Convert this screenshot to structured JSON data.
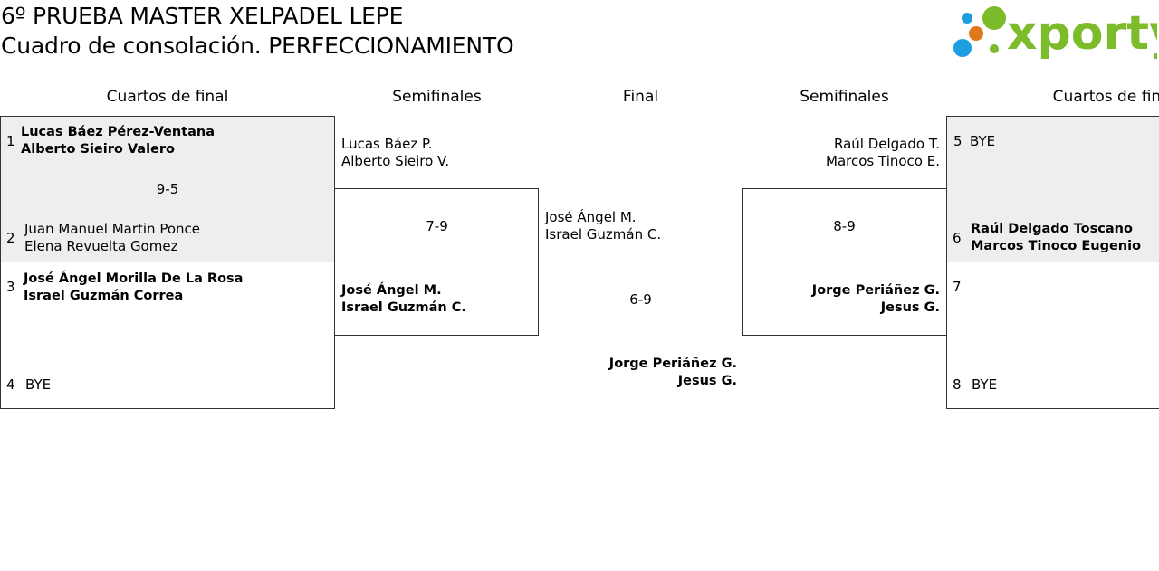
{
  "header": {
    "title_line1": "6º PRUEBA MASTER XELPADEL LEPE",
    "title_line2": "Cuadro de consolación. PERFECCIONAMIENTO"
  },
  "logo": {
    "text": "xporty",
    "dot_colors": [
      "#1c9ee0",
      "#e0771c",
      "#7cbb2a",
      "#1c9ee0"
    ],
    "text_color": "#7cbb2a"
  },
  "columns": {
    "left_quarters": "Cuartos de final",
    "left_semis": "Semifinales",
    "final": "Final",
    "right_semis": "Semifinales",
    "right_quarters": "Cuartos de final"
  },
  "left_quarters": {
    "match1": {
      "seed_a": "1",
      "player_a1": "Lucas Báez Pérez-Ventana",
      "player_a2": "Alberto Sieiro Valero",
      "score": "9-5",
      "seed_b": "2",
      "player_b1": "Juan Manuel Martin Ponce",
      "player_b2": "Elena Revuelta Gomez"
    },
    "match2": {
      "seed_a": "3",
      "player_a1": "José Ángel Morilla De La Rosa",
      "player_a2": "Israel Guzmán Correa",
      "seed_b": "4",
      "player_b1": "BYE"
    }
  },
  "left_semis": {
    "top_p1": "Lucas Báez P.",
    "top_p2": "Alberto Sieiro V.",
    "score": "7-9",
    "bottom_p1": "José Ángel M.",
    "bottom_p2": "Israel Guzmán C."
  },
  "final": {
    "top_p1": "José Ángel M.",
    "top_p2": "Israel Guzmán C.",
    "score": "6-9",
    "bottom_p1": "Jorge Periáñez G.",
    "bottom_p2": "Jesus G."
  },
  "right_semis": {
    "top_p1": "Raúl Delgado T.",
    "top_p2": "Marcos Tinoco E.",
    "score": "8-9",
    "bottom_p1": "Jorge Periáñez G.",
    "bottom_p2": "Jesus G."
  },
  "right_quarters": {
    "match1": {
      "seed_a": "5",
      "player_a1": "BYE",
      "seed_b": "6",
      "player_b1": "Raúl Delgado Toscano",
      "player_b2": "Marcos Tinoco Eugenio"
    },
    "match2": {
      "seed_a": "7",
      "seed_b": "8",
      "player_b1": "BYE"
    }
  }
}
